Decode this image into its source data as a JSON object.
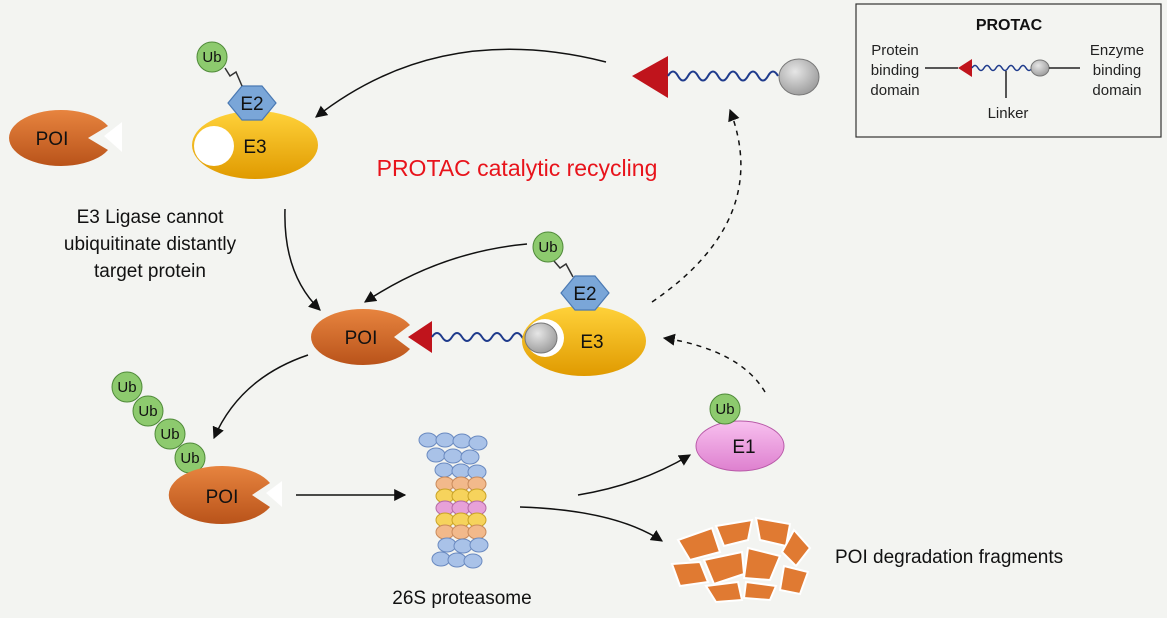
{
  "labels": {
    "poi": "POI",
    "ub": "Ub",
    "e1": "E1",
    "e2": "E2",
    "e3": "E3",
    "catalytic_recycling": "PROTAC catalytic recycling",
    "cannot_line1": "E3 Ligase cannot",
    "cannot_line2": "ubiquitinate distantly",
    "cannot_line3": "target protein",
    "proteasome": "26S proteasome",
    "fragments": "POI degradation fragments"
  },
  "legend": {
    "title": "PROTAC",
    "protein_binding_line1": "Protein",
    "protein_binding_line2": "binding",
    "protein_binding_line3": "domain",
    "linker": "Linker",
    "enzyme_binding_line1": "Enzyme",
    "enzyme_binding_line2": "binding",
    "enzyme_binding_line3": "domain"
  },
  "colors": {
    "background": "#f3f4f1",
    "poi": "#d4692a",
    "e3": "#f2b300",
    "e2": "#7aa6d8",
    "ub": "#8dca6e",
    "e1": "#ee9be0",
    "warhead": "#c0141c",
    "linker": "#1f3b8c",
    "anchor": "#b9b9b9",
    "recycling_text": "#e8131b"
  }
}
